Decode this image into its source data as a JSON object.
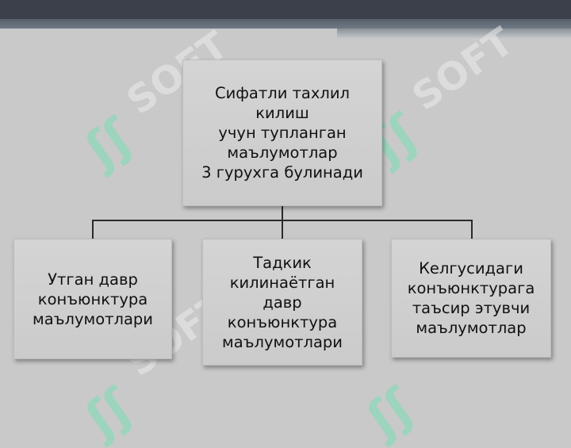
{
  "diagram": {
    "root": {
      "text": "Сифатли тахлил\nкилиш\nучун тупланган\nмаълумотлар\n3 гурухга булинади"
    },
    "children": [
      {
        "text": "Утган давр\nконъюнктура\nмаълумотлари"
      },
      {
        "text": "Тадкик\nкилинаётган\nдавр\nконъюнктура\nмаълумотлари"
      },
      {
        "text": "Келгусидаги\nконъюнктурага\nтаъсир этувчи\nмаълумотлар"
      }
    ]
  },
  "watermark": {
    "logo": "ʃʃ",
    "text": "SOFT"
  },
  "colors": {
    "header": "#3b404b",
    "background": "#c9c9c9",
    "box": "#d0d0d0",
    "watermark": "#78dcb4"
  }
}
